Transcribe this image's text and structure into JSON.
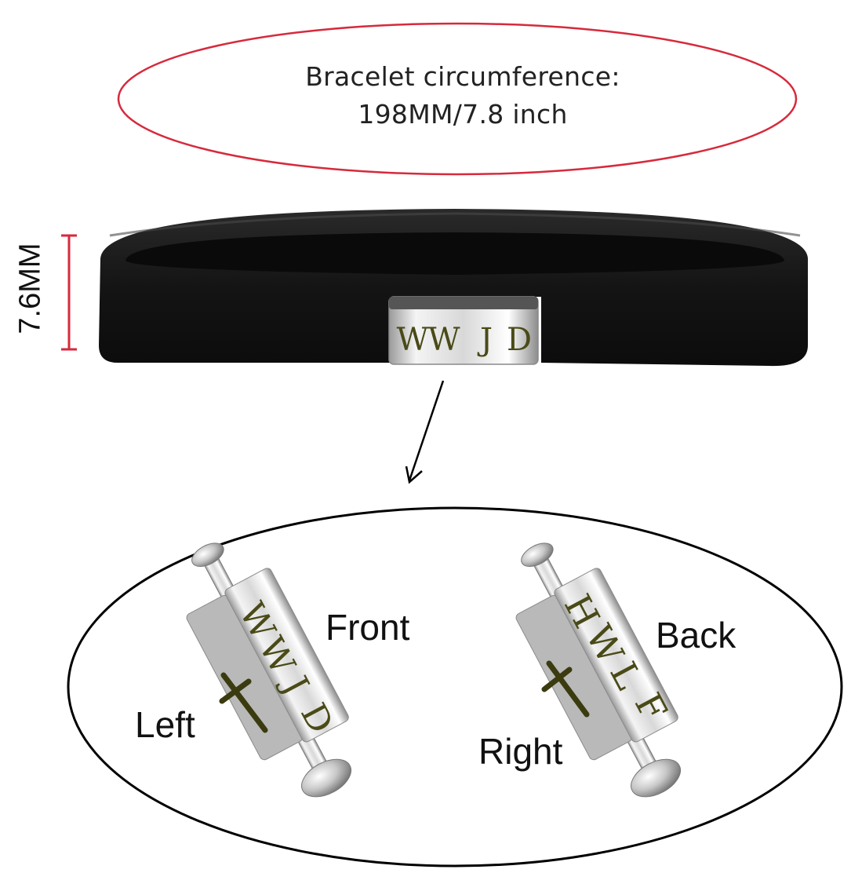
{
  "circumference_note": {
    "line1": "Bracelet circumference:",
    "line2": "198MM/7.8 inch"
  },
  "width_dimension": "7.6MM",
  "bracelet_engraving": [
    "W",
    "W",
    "J",
    "D"
  ],
  "charm_left": {
    "engraving": [
      "W",
      "W",
      "J",
      "D"
    ],
    "label_front": "Front",
    "label_left": "Left"
  },
  "charm_right": {
    "engraving": [
      "H",
      "W",
      "L",
      "F"
    ],
    "label_back": "Back",
    "label_right": "Right"
  },
  "colors": {
    "caption_ellipse": "#d62a3c",
    "dimension_marker": "#d62a3c",
    "band": "#141414",
    "engraving": "#4a4a18",
    "detail_ellipse": "#000000"
  }
}
